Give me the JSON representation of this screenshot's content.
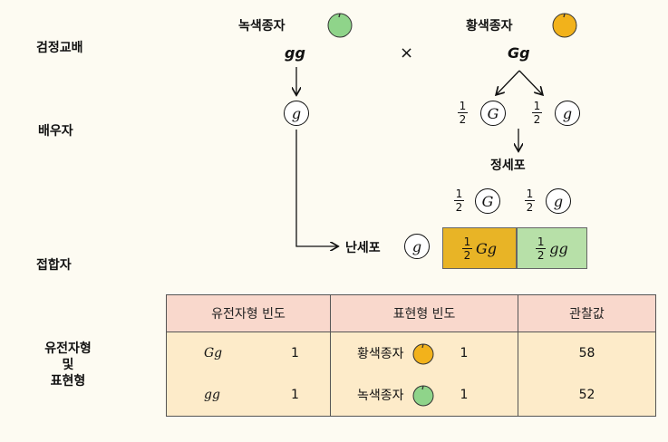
{
  "row_labels": {
    "testcross": "검정교배",
    "gamete": "배우자",
    "zygote": "접합자",
    "genotype_phenotype_line1": "유전자형",
    "genotype_phenotype_line2": "및",
    "genotype_phenotype_line3": "표현형"
  },
  "parents": {
    "green": {
      "label": "녹색종자",
      "genotype": "gg",
      "color": "#8fd48a"
    },
    "cross_symbol": "×",
    "yellow": {
      "label": "황색종자",
      "genotype": "Gg",
      "color": "#f2b21b"
    }
  },
  "gametes": {
    "green_gamete": "g",
    "yellow_gamete_1": {
      "num": "1",
      "den": "2",
      "allele": "G"
    },
    "yellow_gamete_2": {
      "num": "1",
      "den": "2",
      "allele": "g"
    }
  },
  "sperm": {
    "label": "정세포",
    "cell_1": {
      "num": "1",
      "den": "2",
      "allele": "G"
    },
    "cell_2": {
      "num": "1",
      "den": "2",
      "allele": "g"
    }
  },
  "egg": {
    "label": "난세포",
    "allele": "g"
  },
  "zygotes": {
    "cell_1": {
      "num": "1",
      "den": "2",
      "genotype": "Gg",
      "color": "#e8b426"
    },
    "cell_2": {
      "num": "1",
      "den": "2",
      "genotype": "gg",
      "color": "#b7e0a8"
    }
  },
  "table": {
    "headers": [
      "유전자형 빈도",
      "표현형 빈도",
      "관찰값"
    ],
    "rows": [
      {
        "genotype": "Gg",
        "genotype_freq": "1",
        "phenotype": "황색종자",
        "phenotype_color": "#f2b21b",
        "phenotype_freq": "1",
        "observed": "58"
      },
      {
        "genotype": "gg",
        "genotype_freq": "1",
        "phenotype": "녹색종자",
        "phenotype_color": "#8fd48a",
        "phenotype_freq": "1",
        "observed": "52"
      }
    ]
  }
}
